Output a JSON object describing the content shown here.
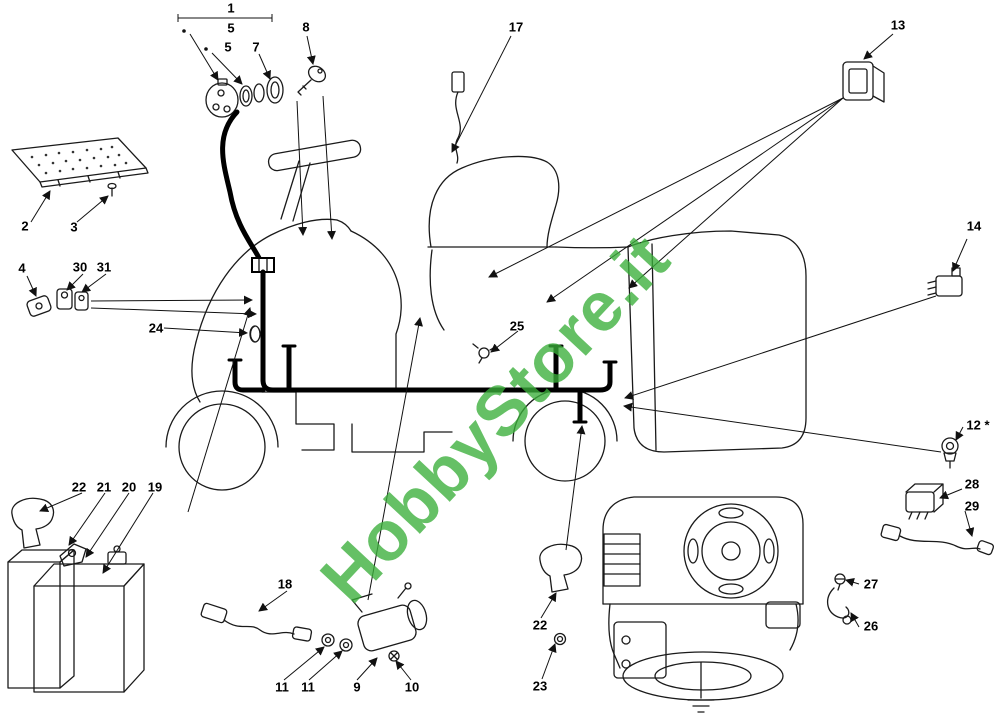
{
  "watermark": {
    "text": "HobbyStore.it",
    "color": "#3aaf3a"
  },
  "colors": {
    "line": "#1a1a1a",
    "harness": "#000000",
    "background": "#ffffff"
  },
  "diagram": {
    "labels": [
      {
        "text": "1"
      },
      {
        "text": "5"
      },
      {
        "text": "5"
      },
      {
        "text": "7"
      },
      {
        "text": "8"
      },
      {
        "text": "17"
      },
      {
        "text": "13"
      },
      {
        "text": "2"
      },
      {
        "text": "3"
      },
      {
        "text": "14"
      },
      {
        "text": "4"
      },
      {
        "text": "30"
      },
      {
        "text": "31"
      },
      {
        "text": "24"
      },
      {
        "text": "25"
      },
      {
        "text": "12 *"
      },
      {
        "text": "22"
      },
      {
        "text": "21"
      },
      {
        "text": "20"
      },
      {
        "text": "19"
      },
      {
        "text": "28"
      },
      {
        "text": "29"
      },
      {
        "text": "18"
      },
      {
        "text": "27"
      },
      {
        "text": "26"
      },
      {
        "text": "22"
      },
      {
        "text": "23"
      },
      {
        "text": "11"
      },
      {
        "text": "11"
      },
      {
        "text": "9"
      },
      {
        "text": "10"
      }
    ]
  }
}
